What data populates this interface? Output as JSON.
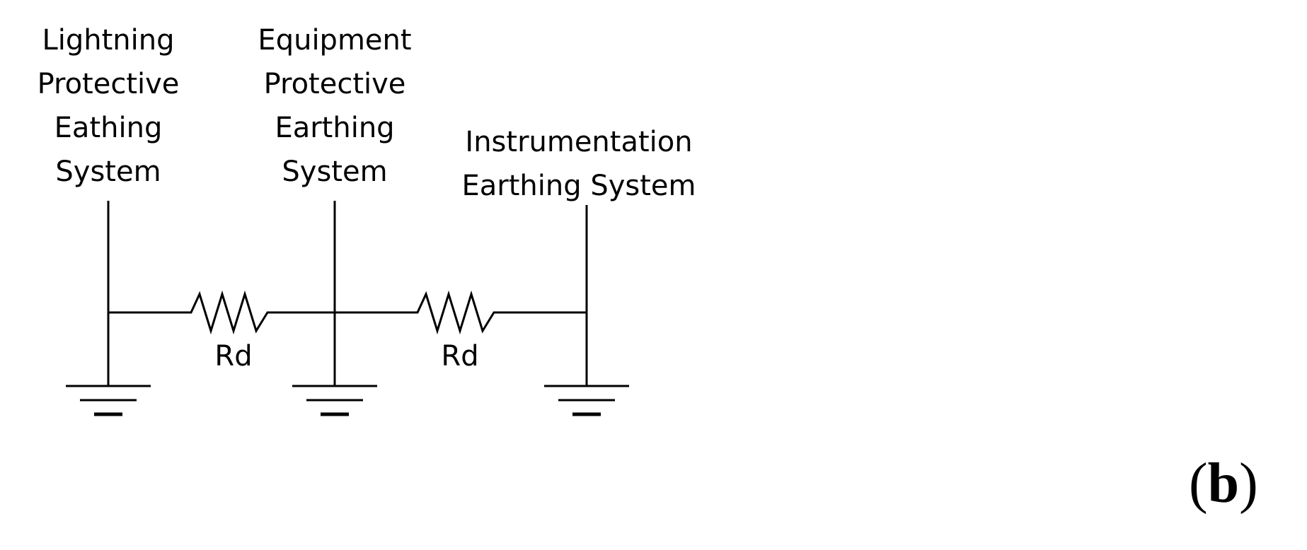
{
  "systems": [
    {
      "lines": [
        "Lightning",
        "Protective",
        "Eathing",
        "System"
      ]
    },
    {
      "lines": [
        "Equipment",
        "Protective",
        "Earthing",
        "System"
      ]
    },
    {
      "lines": [
        "Instrumentation",
        "Earthing System"
      ]
    }
  ],
  "resistors": [
    {
      "label": "Rd"
    },
    {
      "label": "Rd"
    }
  ],
  "panel": {
    "open": "(",
    "letter": "b",
    "close": ")"
  },
  "colors": {
    "line": "#000000",
    "background": "#ffffff"
  }
}
